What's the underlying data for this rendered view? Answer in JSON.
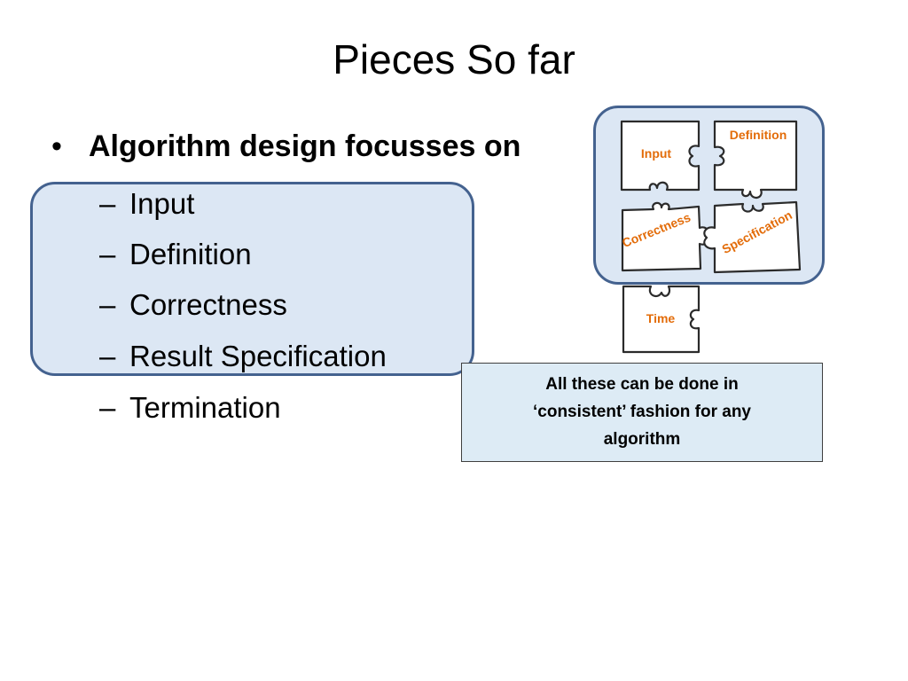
{
  "slide": {
    "title": "Pieces So far",
    "bullet": "Algorithm design focusses on",
    "subitems": [
      "Input",
      "Definition",
      "Correctness",
      "Result Specification",
      "Termination"
    ],
    "puzzle_labels": {
      "input": "Input",
      "definition": "Definition",
      "correctness": "Correctness",
      "specification": "Specification",
      "time": "Time"
    },
    "note_lines": [
      "All these can be done in",
      "‘consistent’ fashion for any",
      "algorithm"
    ]
  },
  "colors": {
    "highlight_fill": "#dce7f4",
    "highlight_border": "#44628f",
    "label_orange": "#e36c09",
    "note_fill": "#ddebf5"
  }
}
